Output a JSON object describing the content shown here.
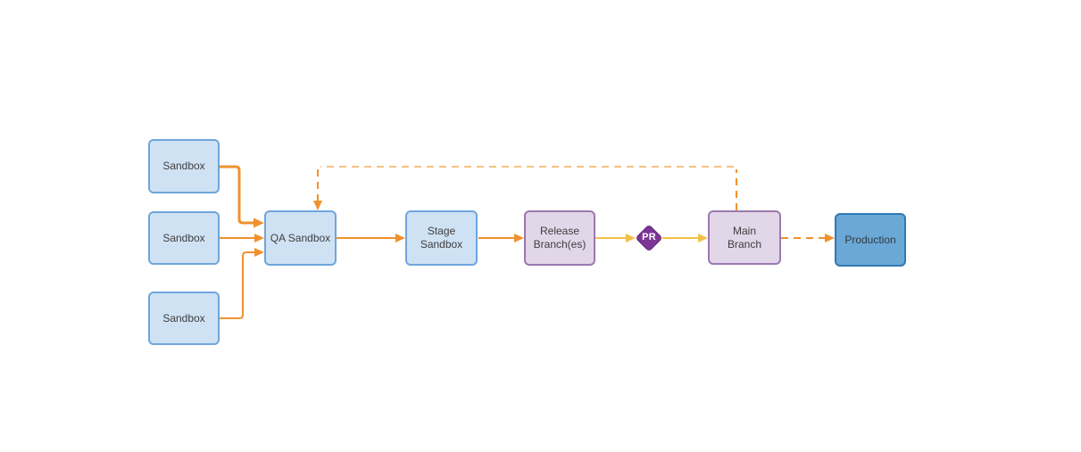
{
  "diagram": {
    "type": "flowchart",
    "nodes": {
      "sandbox_top": {
        "label": "Sandbox",
        "shape": "rect",
        "fill": "#cfe2f4",
        "border": "#70a5dc"
      },
      "sandbox_middle": {
        "label": "Sandbox",
        "shape": "rect",
        "fill": "#cfe2f4",
        "border": "#70a5dc"
      },
      "sandbox_bottom": {
        "label": "Sandbox",
        "shape": "rect",
        "fill": "#cfe2f4",
        "border": "#70a5dc"
      },
      "qa_sandbox": {
        "label": "QA Sandbox",
        "shape": "rect",
        "fill": "#cfe2f4",
        "border": "#70a5dc"
      },
      "stage_sandbox": {
        "label": "Stage Sandbox",
        "shape": "rect",
        "fill": "#cfe2f4",
        "border": "#70a5dc"
      },
      "release_branches": {
        "label": "Release Branch(es)",
        "shape": "rect",
        "fill": "#e2d6e9",
        "border": "#9b79af"
      },
      "pr": {
        "label": "PR",
        "shape": "diamond",
        "fill": "#7c3595",
        "text_color": "#ffffff"
      },
      "main_branch": {
        "label": "Main Branch",
        "shape": "rect",
        "fill": "#e2d6e9",
        "border": "#9b79af"
      },
      "production": {
        "label": "Production",
        "shape": "rect",
        "fill": "#6ba8d5",
        "border": "#3178b5"
      }
    },
    "edges": [
      {
        "from": "sandbox_top",
        "to": "qa_sandbox",
        "style": "solid",
        "color": "#f0912d",
        "thick": true
      },
      {
        "from": "sandbox_middle",
        "to": "qa_sandbox",
        "style": "solid",
        "color": "#f0912d"
      },
      {
        "from": "sandbox_bottom",
        "to": "qa_sandbox",
        "style": "solid",
        "color": "#f0912d"
      },
      {
        "from": "qa_sandbox",
        "to": "stage_sandbox",
        "style": "solid",
        "color": "#f0912d"
      },
      {
        "from": "stage_sandbox",
        "to": "release_branches",
        "style": "solid",
        "color": "#f0912d"
      },
      {
        "from": "release_branches",
        "to": "pr",
        "style": "solid",
        "color": "#f2c04a"
      },
      {
        "from": "pr",
        "to": "main_branch",
        "style": "solid",
        "color": "#f2c04a"
      },
      {
        "from": "main_branch",
        "to": "production",
        "style": "dashed",
        "color": "#f0912d"
      },
      {
        "from": "main_branch",
        "to": "qa_sandbox",
        "style": "dashed",
        "color": "#f0912d",
        "route": "over-the-top-feedback-loop"
      }
    ],
    "colors": {
      "arrow_orange": "#f0912d",
      "arrow_yellow": "#f2c04a",
      "dashed_light_orange": "#f6c183",
      "node_text": "#3e3e3e",
      "background": "#ffffff"
    }
  }
}
